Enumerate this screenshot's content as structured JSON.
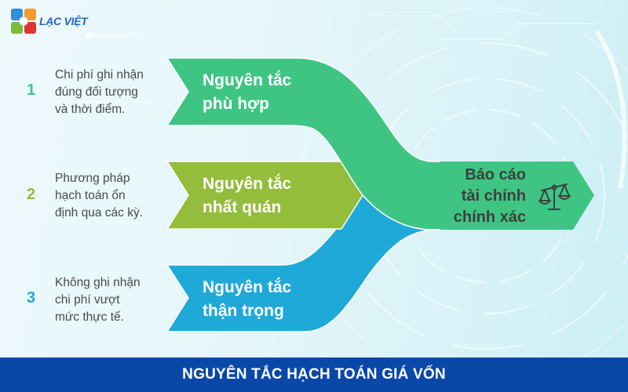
{
  "brand": {
    "name": "LẠC VIỆT",
    "logo_colors": [
      "#2f8fd8",
      "#f39a2c",
      "#7cbc3a",
      "#e2332f"
    ]
  },
  "principles": [
    {
      "number": "1",
      "description": [
        "Chi phí ghi nhận",
        "đúng đối tượng",
        "và thời điểm."
      ],
      "title": [
        "Nguyên tắc",
        "phù hợp"
      ],
      "color": "#3ec584"
    },
    {
      "number": "2",
      "description": [
        "Phương pháp",
        "hạch toán ổn",
        "định qua các kỳ."
      ],
      "title": [
        "Nguyên tắc",
        "nhất quán"
      ],
      "color": "#93bd3a"
    },
    {
      "number": "3",
      "description": [
        "Không ghi nhận",
        "chi phí vượt",
        "mức thực tế."
      ],
      "title": [
        "Nguyên tắc",
        "thận trọng"
      ],
      "color": "#1fa9d9"
    }
  ],
  "result": {
    "title": [
      "Báo cáo",
      "tài chính",
      "chính xác"
    ],
    "icon": "balance-scale-icon",
    "color": "#3ec584"
  },
  "footer": {
    "title": "NGUYÊN TẮC HẠCH TOÁN GIÁ VỐN",
    "color": "#0a48a8"
  }
}
